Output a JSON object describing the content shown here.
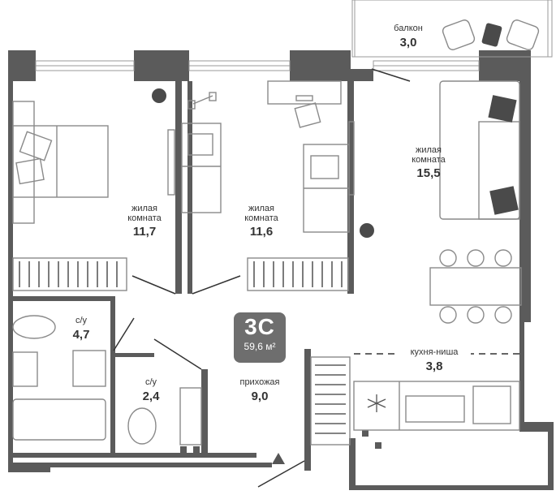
{
  "apartment": {
    "type_code": "3С",
    "total_area_label": "59,6 м²"
  },
  "rooms": {
    "balcony": {
      "name": "балкон",
      "area": "3,0"
    },
    "bedroom_left": {
      "name": "жилая\nкомната",
      "area": "11,7"
    },
    "bedroom_middle": {
      "name": "жилая\nкомната",
      "area": "11,6"
    },
    "living_room": {
      "name": "жилая\nкомната",
      "area": "15,5"
    },
    "bathroom_main": {
      "name": "с/у",
      "area": "4,7"
    },
    "bathroom_small": {
      "name": "с/у",
      "area": "2,4"
    },
    "hallway": {
      "name": "прихожая",
      "area": "9,0"
    },
    "kitchen_niche": {
      "name": "кухня-ниша",
      "area": "3,8"
    }
  },
  "colors": {
    "wall": "#5b5b5b",
    "furniture_stroke": "#8a8a8a",
    "badge": "#6e6e6e",
    "text": "#333333"
  },
  "icons": {
    "entrance": "entrance-arrow-icon",
    "snowflake": "snowflake-icon",
    "dumbbell": "dumbbell-icon"
  }
}
